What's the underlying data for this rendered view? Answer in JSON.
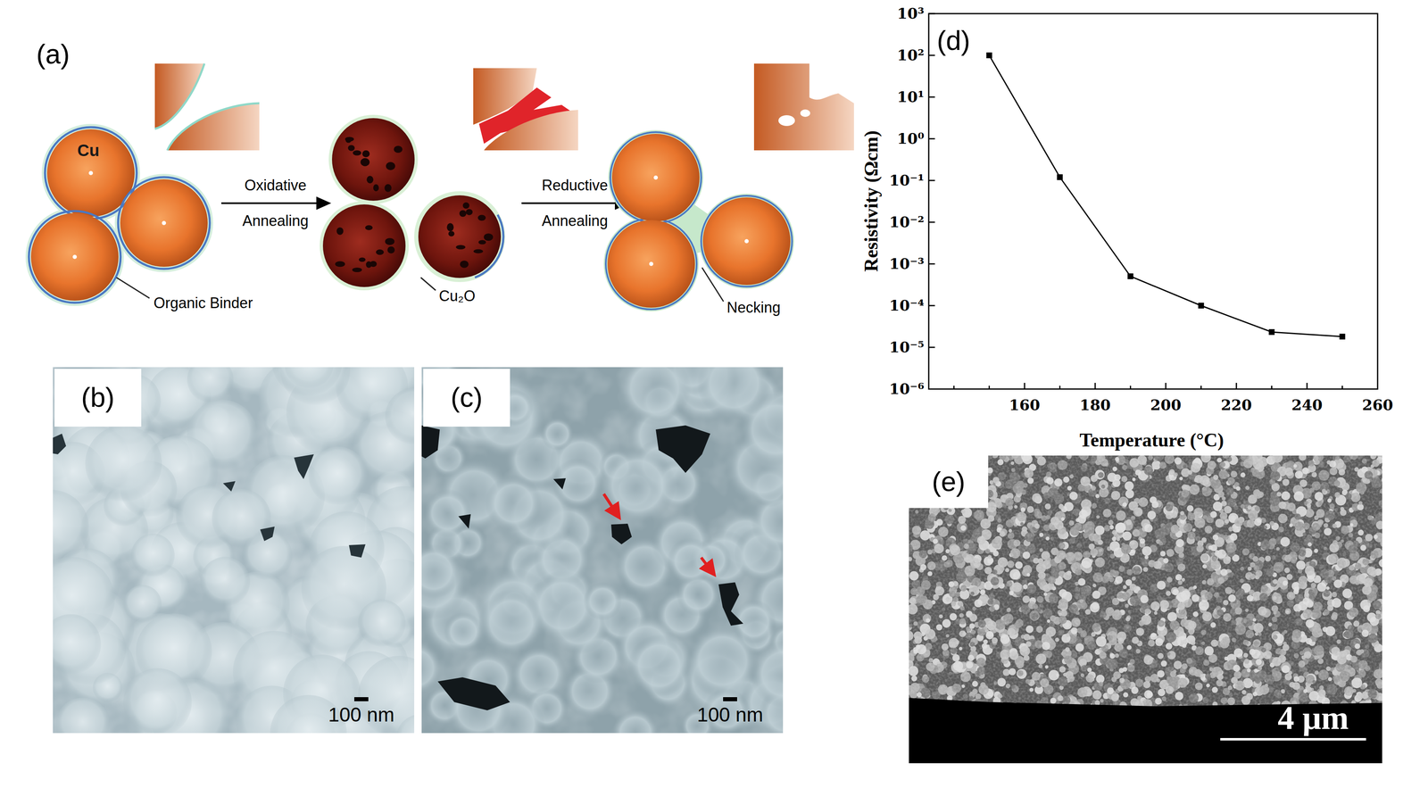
{
  "diagram": {
    "labels": [
      "(a)",
      "Cu",
      "Oxidative Annealing",
      "Reductive Annealing",
      "Organic Binder",
      "Cu₂O",
      "Necking",
      "(b)",
      "100 nm",
      "(c)",
      "100 nm",
      "(d)",
      "10³",
      "10²",
      "10¹",
      "10⁰",
      "10⁻¹",
      "10⁻²",
      "10⁻³",
      "10⁻⁴",
      "10⁻⁵",
      "10⁻⁶",
      "160",
      "180",
      "200",
      "220",
      "240",
      "260",
      "Resistivity (Ωcm)",
      "Temperature (°C)",
      "(e)",
      "4 μm"
    ]
  }
}
